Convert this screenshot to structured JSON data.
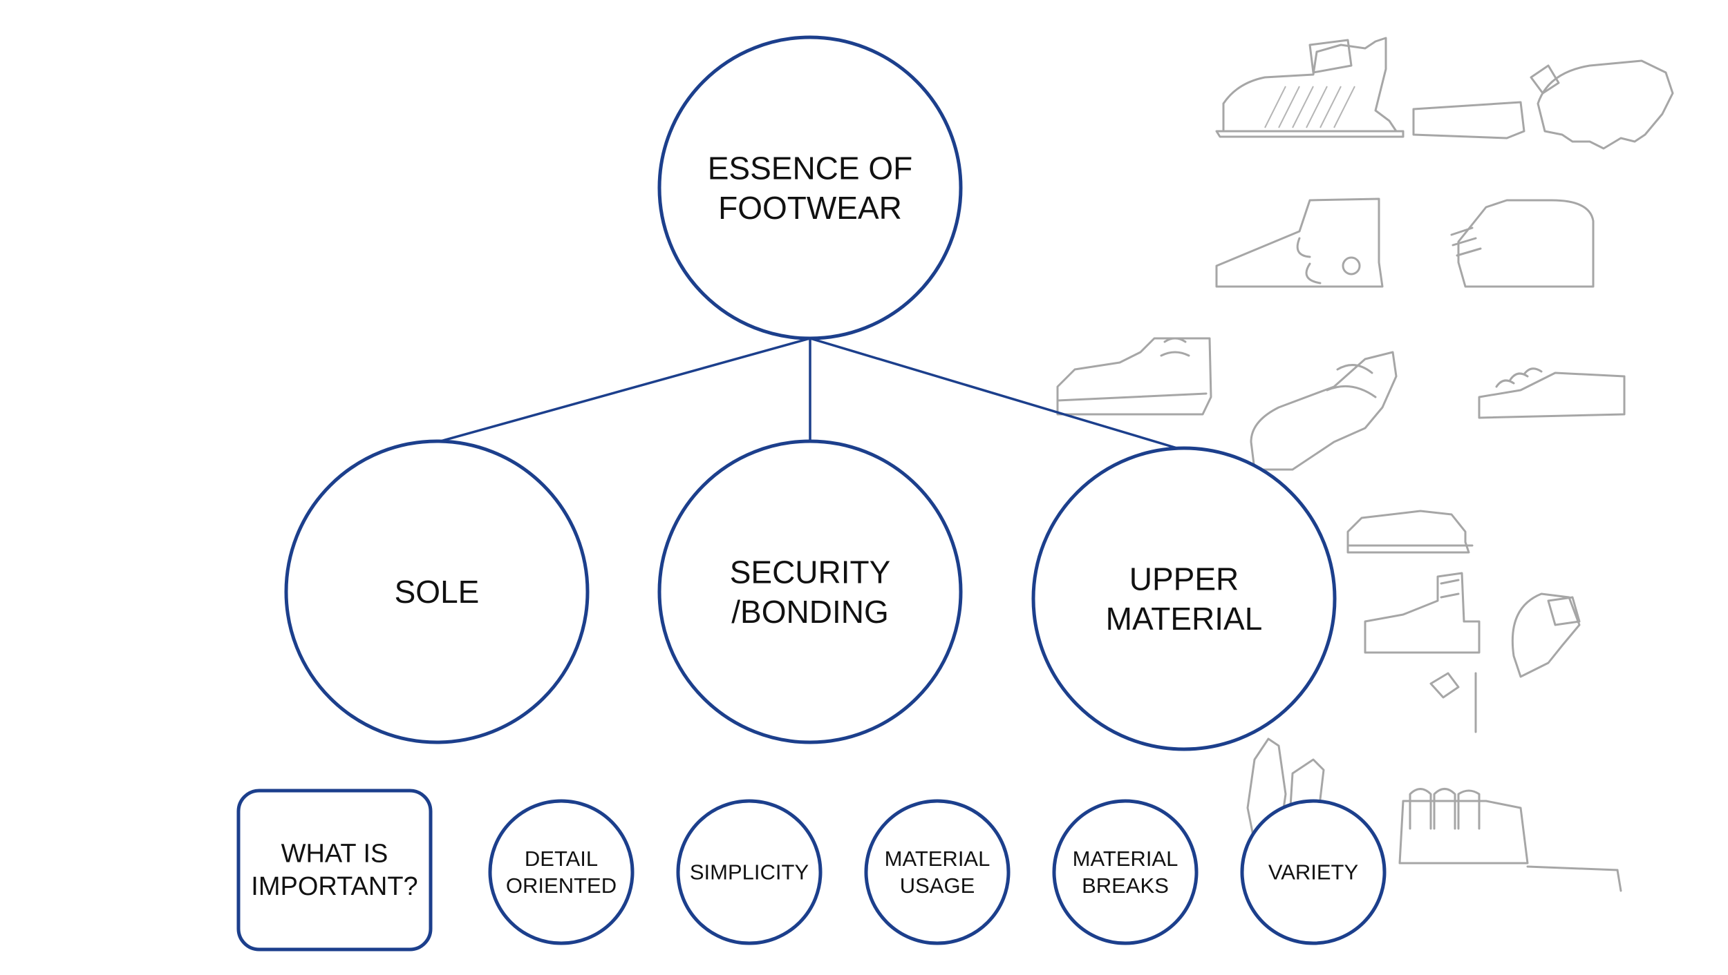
{
  "colors": {
    "node_stroke": "#1c3f8c",
    "sketch": "#a6a6a6",
    "text": "#111111"
  },
  "root": {
    "lines": [
      "ESSENCE OF",
      "FOOTWEAR"
    ]
  },
  "branches": [
    {
      "lines": [
        "SOLE"
      ]
    },
    {
      "lines": [
        "SECURITY",
        "/BONDING"
      ]
    },
    {
      "lines": [
        "UPPER",
        "MATERIAL"
      ]
    }
  ],
  "question": {
    "lines": [
      "WHAT IS",
      "IMPORTANT?"
    ]
  },
  "values": [
    {
      "lines": [
        "DETAIL",
        "ORIENTED"
      ]
    },
    {
      "lines": [
        "SIMPLICITY"
      ]
    },
    {
      "lines": [
        "MATERIAL",
        "USAGE"
      ]
    },
    {
      "lines": [
        "MATERIAL",
        "BREAKS"
      ]
    },
    {
      "lines": [
        "VARIETY"
      ]
    }
  ],
  "icons": [
    "shoe-sketch-icon"
  ]
}
